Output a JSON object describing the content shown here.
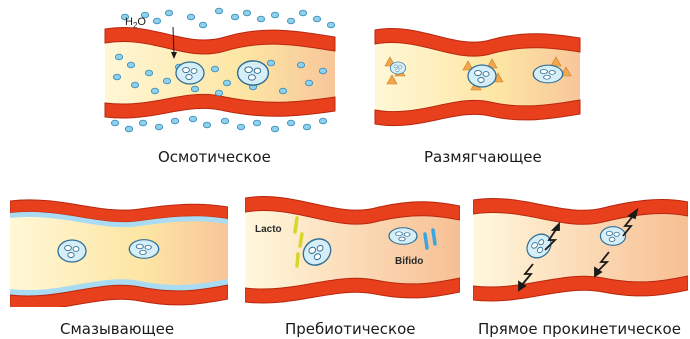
{
  "panels": [
    {
      "id": "osmotic",
      "caption": "Осмотическое",
      "label_h2o": "H",
      "label_h2o_sub": "2",
      "label_h2o_tail": "O"
    },
    {
      "id": "softening",
      "caption": "Размягчающее"
    },
    {
      "id": "lubricating",
      "caption": "Смазывающее"
    },
    {
      "id": "prebiotic",
      "caption": "Пребиотическое",
      "label_lacto": "Lacto",
      "label_bifido": "Bifido"
    },
    {
      "id": "prokinetic",
      "caption": "Прямое прокинетическое"
    }
  ],
  "colors": {
    "wall": "#e8401c",
    "wall_edge": "#b8280e",
    "lumen_light": "#fff6d2",
    "lumen_mid": "#fde7a6",
    "lumen_peach": "#f9c79a",
    "water": "#8fd0ea",
    "water_edge": "#3b8fbf",
    "stool_fill": "#d6eef8",
    "stool_edge": "#2f6f96",
    "triangle": "#f3a64a",
    "mucus": "#a9dcf3",
    "lacto": "#d8d62a",
    "bifido": "#3aa6dd",
    "arrow": "#1a1a1a"
  }
}
